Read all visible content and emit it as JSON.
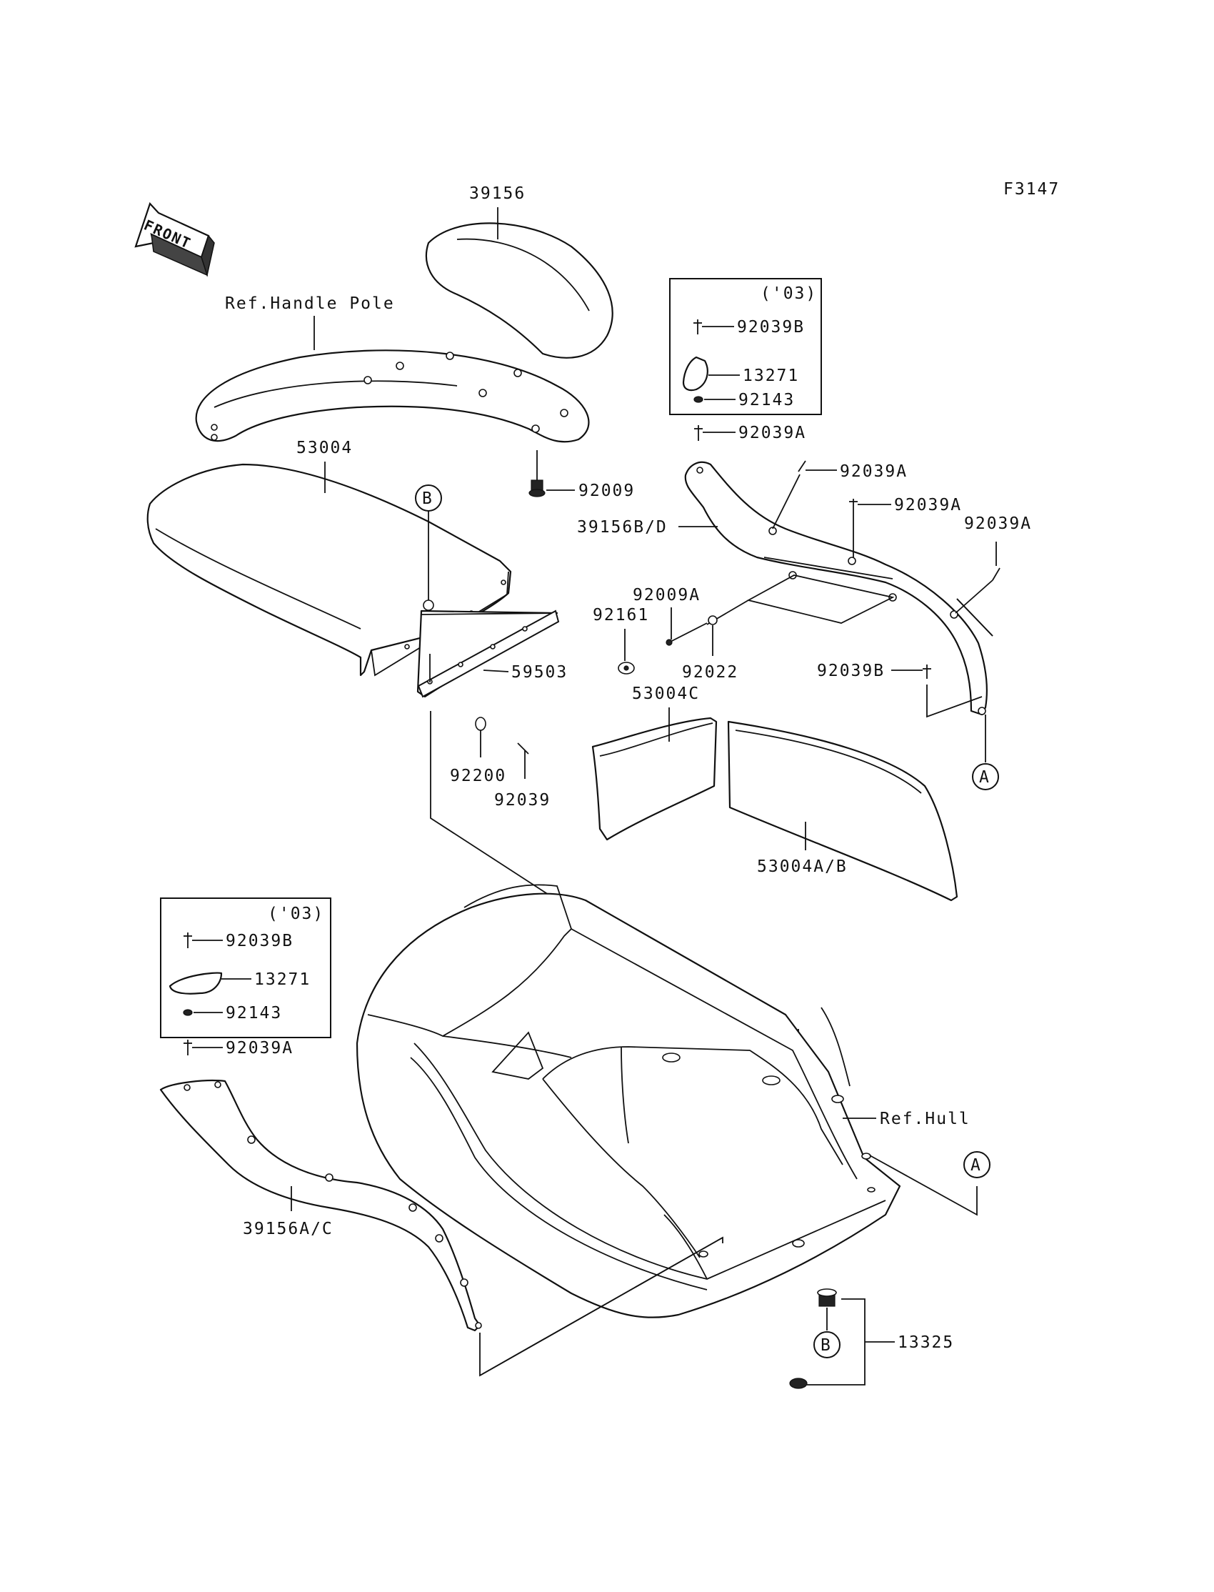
{
  "diagram_code": "F3147",
  "front_label": "FRONT",
  "callouts": {
    "p39156": "39156",
    "ref_handle_pole": "Ref.Handle Pole",
    "p53004": "53004",
    "p92009": "92009",
    "p59503": "59503",
    "p92200": "92200",
    "p92039": "92039",
    "p39156bd": "39156B/D",
    "p92039a_1": "92039A",
    "p92039a_2": "92039A",
    "p92039a_3": "92039A",
    "p92039a_4": "92039A",
    "p92009a": "92009A",
    "p92161": "92161",
    "p92022": "92022",
    "p92039b_right": "92039B",
    "p53004c": "53004C",
    "p53004ab": "53004A/B",
    "ref_hull": "Ref.Hull",
    "p39156ac": "39156A/C",
    "p92039a_left": "92039A",
    "p13325": "13325"
  },
  "variant_box_top": {
    "year": "('03)",
    "p92039b": "92039B",
    "p13271": "13271",
    "p92143": "92143"
  },
  "variant_box_left": {
    "year": "('03)",
    "p92039b": "92039B",
    "p13271": "13271",
    "p92143": "92143"
  },
  "ref_markers": {
    "b_top": "B",
    "a_right": "A",
    "a_hull": "A",
    "b_bottom": "B"
  }
}
